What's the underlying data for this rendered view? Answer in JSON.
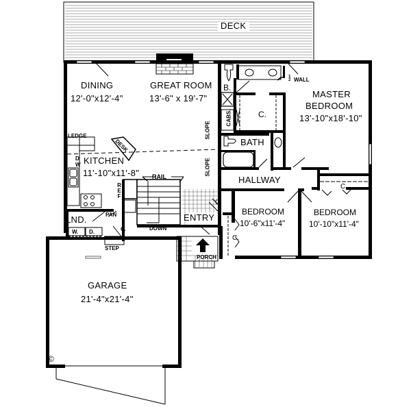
{
  "plan": {
    "deck": {
      "label": "DECK"
    },
    "rooms": {
      "dining": {
        "name": "DINING",
        "dims": "12'-0\"x12'-4\""
      },
      "great_room": {
        "name": "GREAT ROOM",
        "dims": "13'-6\" x 19'-7\""
      },
      "master_bedroom": {
        "name_line1": "MASTER",
        "name_line2": "BEDROOM",
        "dims": "13'-10\"x18'-10\""
      },
      "kitchen": {
        "name": "KITCHEN",
        "dims": "11'-10\"x11'-8\""
      },
      "bath": {
        "name": "BATH"
      },
      "master_bath": {
        "name": "B."
      },
      "hallway": {
        "name": "HALLWAY"
      },
      "bedroom_2": {
        "name": "BEDROOM",
        "dims": "10'-6\"x11'-4\""
      },
      "bedroom_3": {
        "name": "BEDROOM",
        "dims": "10'-10\"x11'-4\""
      },
      "entry": {
        "name": "ENTRY"
      },
      "laundry": {
        "name": "LND."
      },
      "garage": {
        "name": "GARAGE",
        "dims": "21'-4\"x21'-4\""
      }
    },
    "annotations": {
      "half_wall": "WALL",
      "half_fraction_num": "1",
      "half_fraction_den": "2",
      "cabs": "CABS.",
      "closet": "C.",
      "ledge": "LEDGE",
      "desk": "DESK",
      "dw_d": "D",
      "dw_w": "W",
      "ref": "REF",
      "rail": "RAIL",
      "down": "DOWN",
      "pan": "PAN",
      "step": "STEP",
      "washer": "W.",
      "dryer": "D.",
      "porch": "PORCH",
      "slope": "SLOPE",
      "copyright": "©"
    }
  }
}
